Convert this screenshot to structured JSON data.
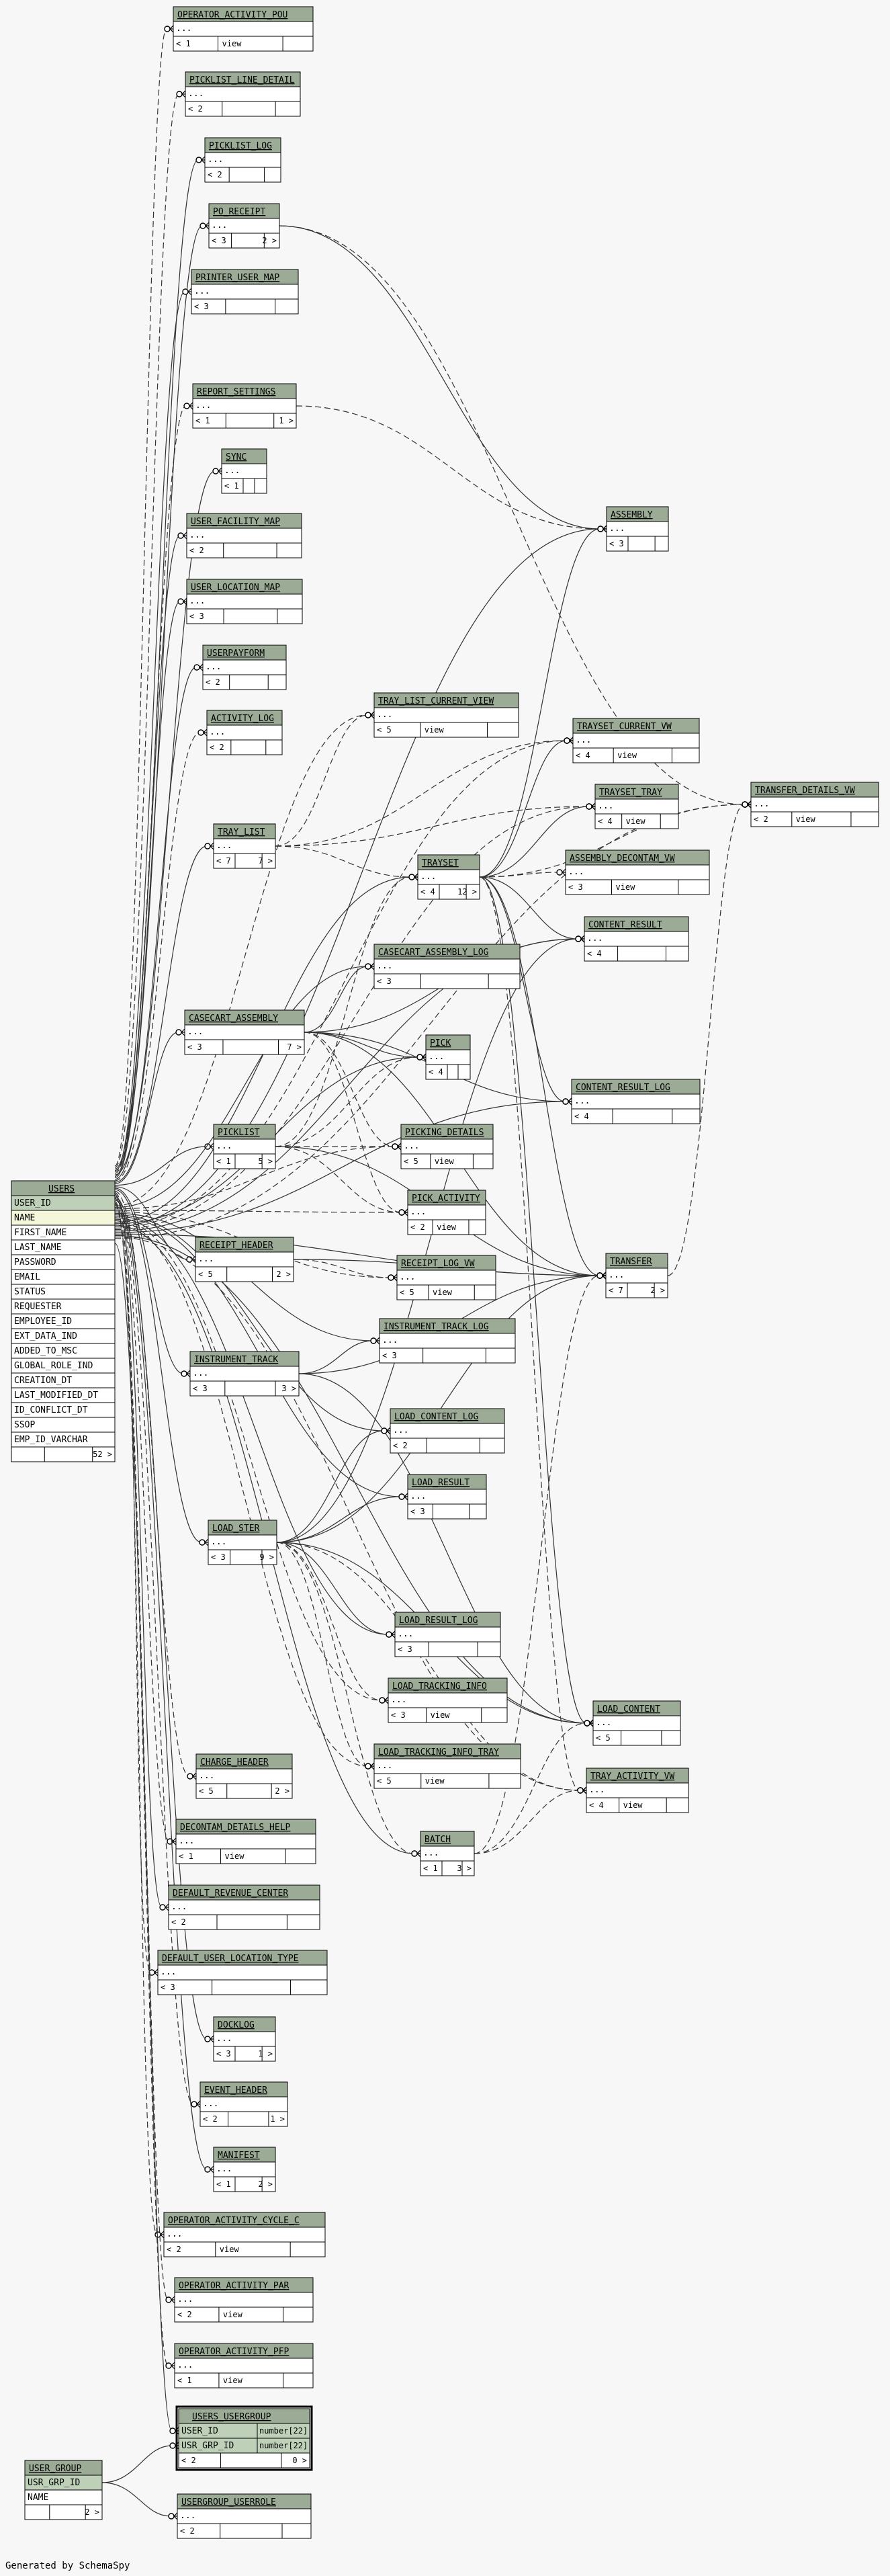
{
  "diagram": {
    "footer": "Generated by SchemaSpy",
    "colors": {
      "header": "#9bab96",
      "pk": "#bed1b8",
      "highlight": "#f4f7da",
      "body": "#ffffff",
      "border": "#000000",
      "background": "#f7f7f7"
    },
    "tables": [
      {
        "name": "OPERATOR_ACTIVITY_POU",
        "footer": {
          "left": "< 1",
          "mid": "view",
          "right": ""
        }
      },
      {
        "name": "PICKLIST_LINE_DETAIL",
        "footer": {
          "left": "< 2",
          "mid": "",
          "right": ""
        }
      },
      {
        "name": "PICKLIST_LOG",
        "footer": {
          "left": "< 2",
          "mid": "",
          "right": ""
        }
      },
      {
        "name": "PO_RECEIPT",
        "footer": {
          "left": "< 3",
          "mid": "",
          "right": "2 >"
        }
      },
      {
        "name": "PRINTER_USER_MAP",
        "footer": {
          "left": "< 3",
          "mid": "",
          "right": ""
        }
      },
      {
        "name": "REPORT_SETTINGS",
        "footer": {
          "left": "< 1",
          "mid": "",
          "right": "1 >"
        }
      },
      {
        "name": "SYNC",
        "footer": {
          "left": "< 1",
          "mid": "",
          "right": ""
        }
      },
      {
        "name": "USER_FACILITY_MAP",
        "footer": {
          "left": "< 2",
          "mid": "",
          "right": ""
        }
      },
      {
        "name": "USER_LOCATION_MAP",
        "footer": {
          "left": "< 3",
          "mid": "",
          "right": ""
        }
      },
      {
        "name": "USERPAYFORM",
        "footer": {
          "left": "< 2",
          "mid": "",
          "right": ""
        }
      },
      {
        "name": "ACTIVITY_LOG",
        "footer": {
          "left": "< 2",
          "mid": "",
          "right": ""
        }
      },
      {
        "name": "TRAY_LIST",
        "footer": {
          "left": "< 7",
          "mid": "",
          "right": "7 >"
        }
      },
      {
        "name": "CASECART_ASSEMBLY",
        "footer": {
          "left": "< 3",
          "mid": "",
          "right": "7 >"
        }
      },
      {
        "name": "PICKLIST",
        "footer": {
          "left": "< 1",
          "mid": "",
          "right": "5 >"
        }
      },
      {
        "name": "RECEIPT_HEADER",
        "footer": {
          "left": "< 5",
          "mid": "",
          "right": "2 >"
        }
      },
      {
        "name": "INSTRUMENT_TRACK",
        "footer": {
          "left": "< 3",
          "mid": "",
          "right": "3 >"
        }
      },
      {
        "name": "LOAD_STER",
        "footer": {
          "left": "< 3",
          "mid": "",
          "right": "9 >"
        }
      },
      {
        "name": "CHARGE_HEADER",
        "footer": {
          "left": "< 5",
          "mid": "",
          "right": "2 >"
        }
      },
      {
        "name": "DECONTAM_DETAILS_HELP",
        "footer": {
          "left": "< 1",
          "mid": "view",
          "right": ""
        }
      },
      {
        "name": "DEFAULT_REVENUE_CENTER",
        "footer": {
          "left": "< 2",
          "mid": "",
          "right": ""
        }
      },
      {
        "name": "DEFAULT_USER_LOCATION_TYPE",
        "footer": {
          "left": "< 3",
          "mid": "",
          "right": ""
        }
      },
      {
        "name": "DOCKLOG",
        "footer": {
          "left": "< 3",
          "mid": "",
          "right": "1 >"
        }
      },
      {
        "name": "EVENT_HEADER",
        "footer": {
          "left": "< 2",
          "mid": "",
          "right": "1 >"
        }
      },
      {
        "name": "MANIFEST",
        "footer": {
          "left": "< 1",
          "mid": "",
          "right": "2 >"
        }
      },
      {
        "name": "OPERATOR_ACTIVITY_CYCLE_C",
        "footer": {
          "left": "< 2",
          "mid": "view",
          "right": ""
        }
      },
      {
        "name": "OPERATOR_ACTIVITY_PAR",
        "footer": {
          "left": "< 2",
          "mid": "view",
          "right": ""
        }
      },
      {
        "name": "OPERATOR_ACTIVITY_PFP",
        "footer": {
          "left": "< 1",
          "mid": "view",
          "right": ""
        }
      },
      {
        "name": "USERGROUP_USERROLE",
        "footer": {
          "left": "< 2",
          "mid": "",
          "right": ""
        }
      },
      {
        "name": "TRAY_LIST_CURRENT_VIEW",
        "footer": {
          "left": "< 5",
          "mid": "view",
          "right": ""
        }
      },
      {
        "name": "CASECART_ASSEMBLY_LOG",
        "footer": {
          "left": "< 3",
          "mid": "",
          "right": ""
        }
      },
      {
        "name": "PICKING_DETAILS",
        "footer": {
          "left": "< 5",
          "mid": "view",
          "right": ""
        }
      },
      {
        "name": "PICK_ACTIVITY",
        "footer": {
          "left": "< 2",
          "mid": "view",
          "right": ""
        }
      },
      {
        "name": "RECEIPT_LOG_VW",
        "footer": {
          "left": "< 5",
          "mid": "view",
          "right": ""
        }
      },
      {
        "name": "INSTRUMENT_TRACK_LOG",
        "footer": {
          "left": "< 3",
          "mid": "",
          "right": ""
        }
      },
      {
        "name": "LOAD_CONTENT_LOG",
        "footer": {
          "left": "< 2",
          "mid": "",
          "right": ""
        }
      },
      {
        "name": "LOAD_RESULT",
        "footer": {
          "left": "< 3",
          "mid": "",
          "right": ""
        }
      },
      {
        "name": "LOAD_RESULT_LOG",
        "footer": {
          "left": "< 3",
          "mid": "",
          "right": ""
        }
      },
      {
        "name": "LOAD_TRACKING_INFO",
        "footer": {
          "left": "< 3",
          "mid": "view",
          "right": ""
        }
      },
      {
        "name": "LOAD_TRACKING_INFO_TRAY",
        "footer": {
          "left": "< 5",
          "mid": "view",
          "right": ""
        }
      },
      {
        "name": "TRAYSET",
        "footer": {
          "left": "< 4",
          "mid": "",
          "right": "12 >"
        }
      },
      {
        "name": "PICK",
        "footer": {
          "left": "< 4",
          "mid": "",
          "right": ""
        }
      },
      {
        "name": "BATCH",
        "footer": {
          "left": "< 1",
          "mid": "",
          "right": "3 >"
        }
      },
      {
        "name": "ASSEMBLY",
        "footer": {
          "left": "< 3",
          "mid": "",
          "right": ""
        }
      },
      {
        "name": "TRAYSET_CURRENT_VW",
        "footer": {
          "left": "< 4",
          "mid": "view",
          "right": ""
        }
      },
      {
        "name": "TRAYSET_TRAY",
        "footer": {
          "left": "< 4",
          "mid": "view",
          "right": ""
        }
      },
      {
        "name": "ASSEMBLY_DECONTAM_VW",
        "footer": {
          "left": "< 3",
          "mid": "view",
          "right": ""
        }
      },
      {
        "name": "CONTENT_RESULT",
        "footer": {
          "left": "< 4",
          "mid": "",
          "right": ""
        }
      },
      {
        "name": "CONTENT_RESULT_LOG",
        "footer": {
          "left": "< 4",
          "mid": "",
          "right": ""
        }
      },
      {
        "name": "TRANSFER",
        "footer": {
          "left": "< 7",
          "mid": "",
          "right": "2 >"
        }
      },
      {
        "name": "LOAD_CONTENT",
        "footer": {
          "left": "< 5",
          "mid": "",
          "right": ""
        }
      },
      {
        "name": "TRAY_ACTIVITY_VW",
        "footer": {
          "left": "< 4",
          "mid": "view",
          "right": ""
        }
      },
      {
        "name": "TRANSFER_DETAILS_VW",
        "footer": {
          "left": "< 2",
          "mid": "view",
          "right": ""
        }
      }
    ],
    "users_table": {
      "name": "USERS",
      "columns": [
        "USER_ID",
        "NAME",
        "FIRST_NAME",
        "LAST_NAME",
        "PASSWORD",
        "EMAIL",
        "STATUS",
        "REQUESTER",
        "EMPLOYEE_ID",
        "EXT_DATA_IND",
        "ADDED_TO_MSC",
        "GLOBAL_ROLE_IND",
        "CREATION_DT",
        "LAST_MODIFIED_DT",
        "ID_CONFLICT_DT",
        "SSOP",
        "EMP_ID_VARCHAR"
      ],
      "footer": {
        "left": "",
        "mid": "",
        "right": "52 >"
      }
    },
    "users_usergroup": {
      "name": "USERS_USERGROUP",
      "columns": [
        {
          "name": "USER_ID",
          "type": "number[22]"
        },
        {
          "name": "USR_GRP_ID",
          "type": "number[22]"
        }
      ],
      "footer": {
        "left": "< 2",
        "mid": "",
        "right": "0 >"
      }
    },
    "user_group": {
      "name": "USER_GROUP",
      "columns": [
        "USR_GRP_ID",
        "NAME"
      ],
      "footer": {
        "left": "",
        "mid": "",
        "right": "2 >"
      }
    },
    "ellipsis": "..."
  }
}
